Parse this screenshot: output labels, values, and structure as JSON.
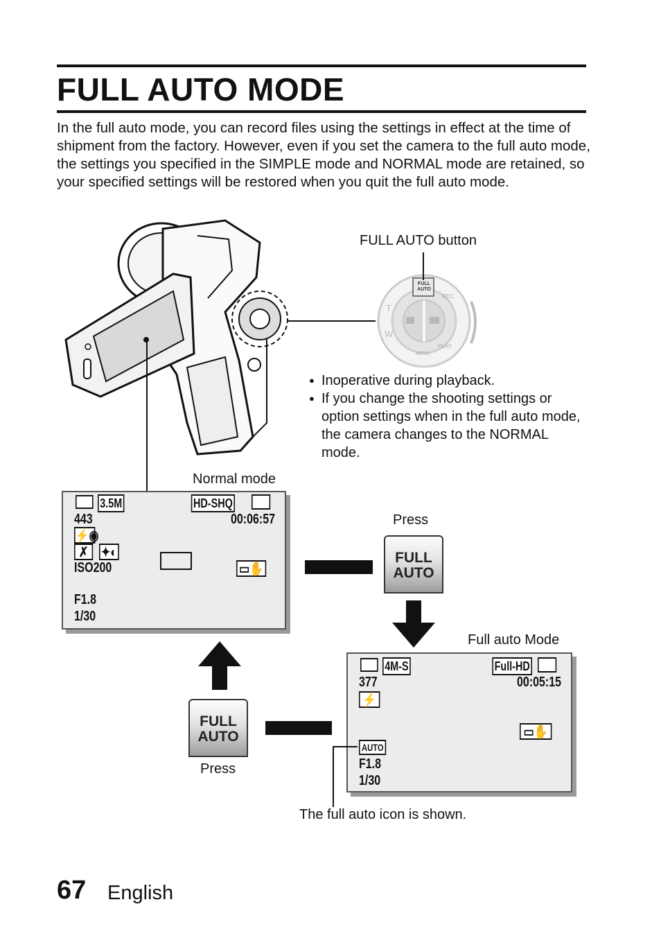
{
  "page": {
    "title": "FULL AUTO MODE",
    "intro": "In the full auto mode, you can record files using the settings in effect at the time of shipment from the factory. However, even if you set the camera to the full auto mode, the settings you specified in the SIMPLE mode and NORMAL mode are retained, so your specified settings will be restored when you quit the full auto mode.",
    "page_number": "67",
    "language": "English"
  },
  "illustration": {
    "button_callout": "FULL AUTO button",
    "dial": {
      "center_label": "FULL AUTO",
      "labels": [
        "REC",
        "PLAY",
        "MENU",
        "T",
        "W"
      ]
    }
  },
  "notes": [
    "Inoperative during playback.",
    "If you change the shooting settings or option settings when in the full auto mode, the camera changes to the NORMAL mode."
  ],
  "normal_screen": {
    "caption": "Normal mode",
    "resolution": "3.5M",
    "video_mode": "HD-SHQ",
    "shots_left": "443",
    "time": "00:06:57",
    "iso": "ISO200",
    "aperture": "F1.8",
    "shutter": "1/30"
  },
  "auto_screen": {
    "caption": "Full auto Mode",
    "resolution": "4M-S",
    "video_mode": "Full-HD",
    "shots_left": "377",
    "time": "00:05:15",
    "auto_badge": "AUTO",
    "aperture": "F1.8",
    "shutter": "1/30",
    "icon_caption": "The full auto icon is shown."
  },
  "press_buttons": {
    "label": "FULL AUTO",
    "press_top": "Press",
    "press_bottom": "Press"
  },
  "colors": {
    "ink": "#111111",
    "screen_bg": "#ececec",
    "screen_shadow": "#9a9a9a"
  }
}
